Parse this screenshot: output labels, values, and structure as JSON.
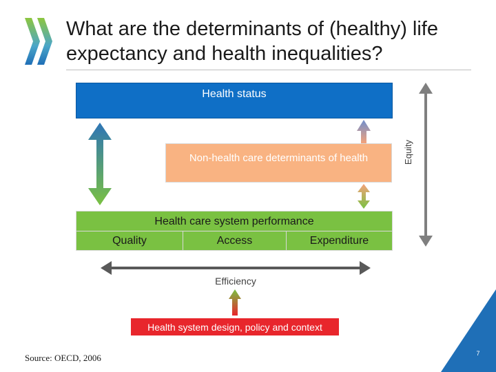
{
  "title": "What are the determinants of (healthy) life expectancy and health inequalities?",
  "boxes": {
    "health_status": "Health status",
    "non_health_care": "Non-health care determinants of health",
    "health_care_system_performance": "Health care system performance",
    "quality": "Quality",
    "access": "Access",
    "expenditure": "Expenditure",
    "health_system_design": "Health system design, policy and context"
  },
  "labels": {
    "equity": "Equity",
    "efficiency": "Efficiency"
  },
  "footer": {
    "source": "Source: OECD, 2006",
    "page_number": "7"
  },
  "colors": {
    "health_status": "#0f6fc6",
    "non_health_care": "#f9b382",
    "health_care_system": "#7ac142",
    "design_box": "#e8262c",
    "accent": "#2e75b6"
  }
}
